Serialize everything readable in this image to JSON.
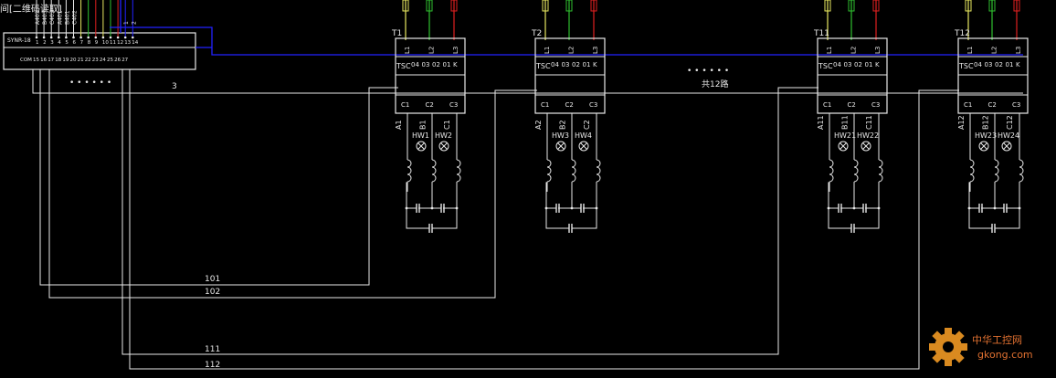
{
  "header": {
    "title_fragment": "间[二维码读取]"
  },
  "controller": {
    "label": "SYNR-18",
    "top_pins": [
      "1",
      "2",
      "3",
      "4",
      "5",
      "6",
      "7",
      "8",
      "9",
      "10",
      "11",
      "12",
      "13",
      "14"
    ],
    "bottom_pins": [
      "COM",
      "15",
      "16",
      "17",
      "18",
      "19",
      "20",
      "21",
      "22",
      "23",
      "24",
      "25",
      "26",
      "27"
    ],
    "vertical_labels": [
      "A403",
      "B403",
      "C403",
      "A401",
      "B401",
      "C402",
      "",
      "",
      "",
      "",
      "",
      "",
      "1",
      "2"
    ],
    "ellipsis": "• • • • • •",
    "line_label_3": "3"
  },
  "units": [
    {
      "name": "T1",
      "inner": "TSC",
      "pins_top": [
        "L1",
        "L2",
        "L3"
      ],
      "row": [
        "04",
        "03",
        "02",
        "01",
        "K"
      ],
      "pins_bottom": [
        "C1",
        "C2",
        "C3"
      ],
      "phases": [
        "A1",
        "B1",
        "C1"
      ],
      "lamps": [
        "HW1",
        "HW2"
      ]
    },
    {
      "name": "T2",
      "inner": "TSC",
      "pins_top": [
        "L1",
        "L2",
        "L3"
      ],
      "row": [
        "04",
        "03",
        "02",
        "01",
        "K"
      ],
      "pins_bottom": [
        "C1",
        "C2",
        "C3"
      ],
      "phases": [
        "A2",
        "B2",
        "C2"
      ],
      "lamps": [
        "HW3",
        "HW4"
      ]
    },
    {
      "name": "T11",
      "inner": "TSC",
      "pins_top": [
        "L1",
        "L2",
        "L3"
      ],
      "row": [
        "04",
        "03",
        "02",
        "01",
        "K"
      ],
      "pins_bottom": [
        "C1",
        "C2",
        "C3"
      ],
      "phases": [
        "A11",
        "B11",
        "C11"
      ],
      "lamps": [
        "HW21",
        "HW22"
      ]
    },
    {
      "name": "T12",
      "inner": "TSC",
      "pins_top": [
        "L1",
        "L2",
        "L3"
      ],
      "row": [
        "04",
        "03",
        "02",
        "01",
        "K"
      ],
      "pins_bottom": [
        "C1",
        "C2",
        "C3"
      ],
      "phases": [
        "A12",
        "B12",
        "C12"
      ],
      "lamps": [
        "HW23",
        "HW24"
      ]
    }
  ],
  "middle": {
    "dots": "• • • • • •",
    "note": "共12路"
  },
  "wire_labels": [
    "101",
    "102",
    "111",
    "112"
  ],
  "watermark": {
    "cn": "中华工控网",
    "url": "gkong.com"
  },
  "colors": {
    "phase_a": "#e8e860",
    "phase_b": "#30c030",
    "phase_c": "#e02020",
    "signal": "#2222ff",
    "line": "#e8e8e8"
  }
}
